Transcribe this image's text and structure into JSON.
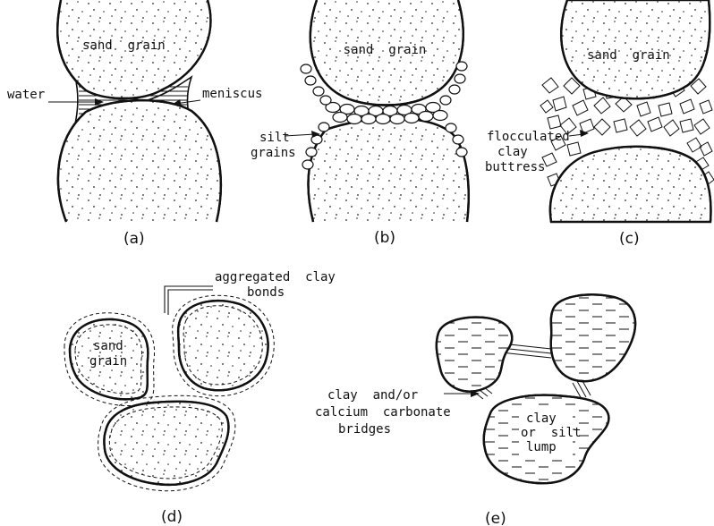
{
  "panels": {
    "a": {
      "caption": "(a)",
      "grain_label": "sand  grain",
      "water_label": "water",
      "meniscus_label": "meniscus"
    },
    "b": {
      "caption": "(b)",
      "grain_label": "sand  grain",
      "silt_label_line1": "silt",
      "silt_label_line2": "grains"
    },
    "c": {
      "caption": "(c)",
      "grain_label": "sand  grain",
      "clay_label_line1": "flocculated",
      "clay_label_line2": "clay",
      "clay_label_line3": "buttress"
    },
    "d": {
      "caption": "(d)",
      "bonds_label_line1": "aggregated  clay",
      "bonds_label_line2": "bonds",
      "grain_label_line1": "sand",
      "grain_label_line2": "grain"
    },
    "e": {
      "caption": "(e)",
      "bridges_label_line1": "clay  and/or",
      "bridges_label_line2": "calcium  carbonate",
      "bridges_label_line3": "bridges",
      "lump_label_line1": "clay",
      "lump_label_line2": "or  silt",
      "lump_label_line3": "lump"
    }
  }
}
